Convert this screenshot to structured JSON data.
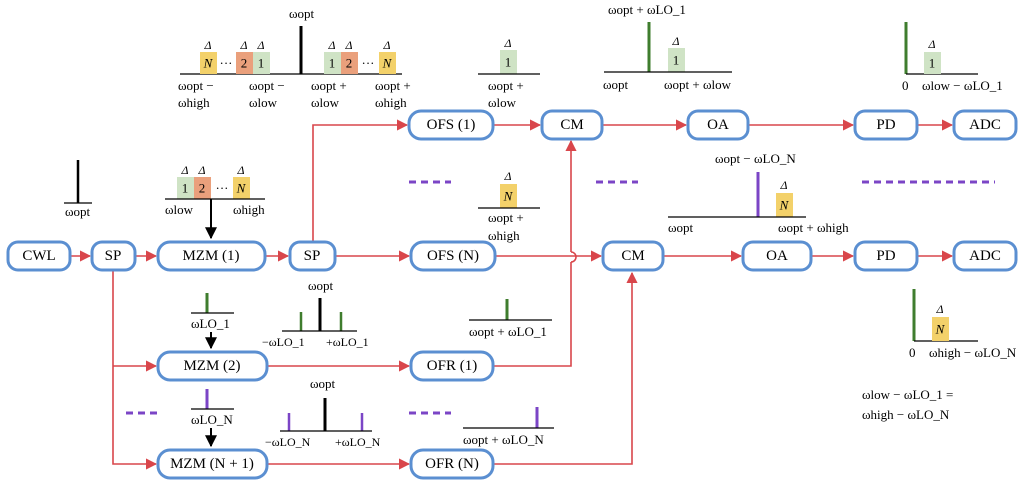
{
  "colors": {
    "box_border": "#5b8fd1",
    "signal_line": "#d9464b",
    "cell_green": "#cfe3c5",
    "cell_orange": "#eaa07c",
    "cell_yellow": "#f3d16a",
    "lo1_line": "#3f7d2e",
    "loN_line": "#7b45c6",
    "ellipsis_dash": "#7b45c6"
  },
  "blocks": {
    "cwl": "CWL",
    "sp1": "SP",
    "mzm1": "MZM (1)",
    "sp2": "SP",
    "ofs1": "OFS (1)",
    "ofsN": "OFS (N)",
    "cm1": "CM",
    "cm2": "CM",
    "oa1": "OA",
    "oa2": "OA",
    "pd1": "PD",
    "pd2": "PD",
    "adc1": "ADC",
    "adc2": "ADC",
    "mzm2": "MZM (2)",
    "mzmN1": "MZM (N + 1)",
    "ofr1": "OFR (1)",
    "ofrN": "OFR (N)"
  },
  "spectra": {
    "delta": "Δ",
    "ellipsis": "···",
    "cell_1": "1",
    "cell_2": "2",
    "cell_N": "N",
    "cwl_label": "ωopt",
    "top_omega_opt": "ωopt",
    "top_left_a": "ωopt −",
    "top_left_b": "ωhigh",
    "top_mid_a": "ωopt −",
    "top_mid_b": "ωlow",
    "top_r1_a": "ωopt +",
    "top_r1_b": "ωlow",
    "top_r2_a": "ωopt +",
    "top_r2_b": "ωhigh",
    "mzm_out_low": "ωlow",
    "mzm_out_high": "ωhigh",
    "ofs1_a": "ωopt +",
    "ofs1_b": "ωlow",
    "ofsN_a": "ωopt +",
    "ofsN_b": "ωhigh",
    "cm1_top": "ωopt + ωLO_1",
    "cm1_left": "ωopt",
    "cm1_right": "ωopt + ωlow",
    "cm2_top": "ωopt − ωLO_N",
    "cm2_left": "ωopt",
    "cm2_right": "ωopt + ωhigh",
    "out1_zero": "0",
    "out1_label": "ωlow − ωLO_1",
    "out2_zero": "0",
    "out2_label": "ωhigh − ωLO_N",
    "lo1_label": "ωLO_1",
    "loN_label": "ωLO_N",
    "mzm2_top": "ωopt",
    "mzm2_left": "−ωLO_1",
    "mzm2_right": "+ωLO_1",
    "mzmN_top": "ωopt",
    "mzmN_left": "−ωLO_N",
    "mzmN_right": "+ωLO_N",
    "ofr1_label": "ωopt + ωLO_1",
    "ofrN_label": "ωopt + ωLO_N"
  },
  "equation": {
    "line1": "ωlow − ωLO_1 =",
    "line2": "ωhigh − ωLO_N"
  }
}
